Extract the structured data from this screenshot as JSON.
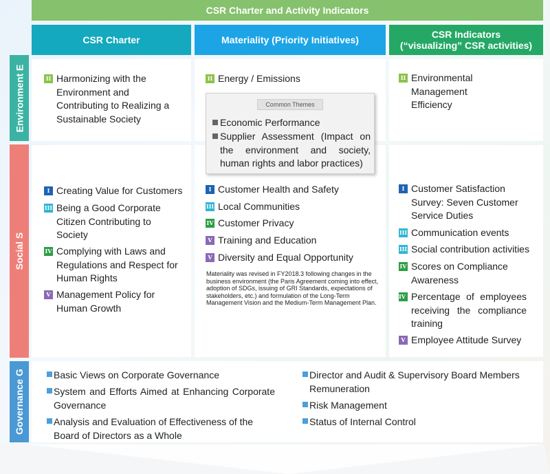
{
  "title": "CSR Charter and Activity Indicators",
  "columns": {
    "charter": "CSR Charter",
    "materiality": "Materiality (Priority Initiatives)",
    "indicators_line1": "CSR Indicators",
    "indicators_line2": "(“visualizing” CSR activities)"
  },
  "rows": {
    "environment": "Environment E",
    "social": "Social S",
    "governance": "Governance G"
  },
  "environment": {
    "charter": {
      "badge": "II",
      "text": "Harmonizing with the Environment and Contributing to Realizing a Sustainable Society"
    },
    "materiality": {
      "badge": "II",
      "text": "Energy / Emissions"
    },
    "indicators": {
      "badge": "II",
      "text": "Environmental Management Efficiency"
    }
  },
  "common_themes": {
    "title": "Common Themes",
    "items": [
      "Economic Performance",
      "Supplier Assessment (Impact on the environment and society, human rights and labor practices)"
    ]
  },
  "social": {
    "charter": [
      {
        "badge": "I",
        "text": "Creating Value for Customers"
      },
      {
        "badge": "III",
        "text": "Being a Good Corporate Citizen Contributing to Society"
      },
      {
        "badge": "IV",
        "text": "Complying with Laws and Regulations and Respect for Human Rights"
      },
      {
        "badge": "V",
        "text": "Management Policy for Human Growth"
      }
    ],
    "materiality": [
      {
        "badge": "I",
        "text": "Customer Health and Safety"
      },
      {
        "badge": "III",
        "text": "Local Communities"
      },
      {
        "badge": "IV",
        "text": "Customer Privacy"
      },
      {
        "badge": "V",
        "text": "Training and Education"
      },
      {
        "badge": "V",
        "text": "Diversity and Equal Opportunity"
      }
    ],
    "note": "Materiality was revised in FY2018.3 following changes in the business environment (the Paris Agreement coming into effect, adoption of SDGs, issuing of GRI Standards, expectations of stakeholders, etc.) and formulation of the Long-Term Management Vision and the Medium-Term Management Plan.",
    "indicators": [
      {
        "badge": "I",
        "text": "Customer Satisfaction Survey: Seven Customer Service Duties"
      },
      {
        "badge": "III",
        "text": "Communication events"
      },
      {
        "badge": "III",
        "text": "Social contribution activities"
      },
      {
        "badge": "IV",
        "text": "Scores on Compliance Awareness"
      },
      {
        "badge": "IV",
        "text": "Percentage of employees receiving the compliance training"
      },
      {
        "badge": "V",
        "text": "Employee Attitude Survey"
      }
    ]
  },
  "governance": {
    "left": [
      "Basic Views on Corporate Governance",
      "System and Efforts Aimed at Enhancing Corporate Governance",
      "Analysis and Evaluation of Effectiveness of the Board of Directors as a Whole"
    ],
    "right": [
      "Director and Audit & Supervisory Board Members Remuneration",
      "Risk Management",
      "Status of Internal Control"
    ]
  },
  "colors": {
    "title_bar": "#86c16d",
    "charter": "#14a9be",
    "materiality": "#1ca4e6",
    "indicators": "#25a866",
    "environment": "#3bb3a2",
    "social": "#ee7f78",
    "governance": "#4a98d4"
  }
}
